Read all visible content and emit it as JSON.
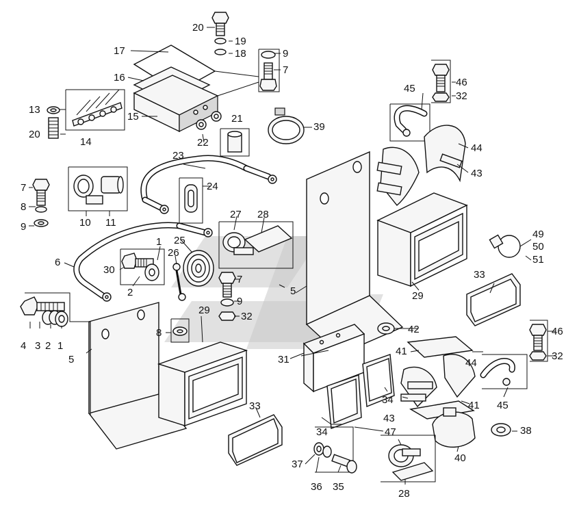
{
  "labels": {
    "l1": "1",
    "l1b": "1",
    "l2": "2",
    "l2b": "2",
    "l3": "3",
    "l4": "4",
    "l5": "5",
    "l5b": "5",
    "l6": "6",
    "l7": "7",
    "l7b": "7",
    "l7c": "7",
    "l8": "8",
    "l8b": "8",
    "l9": "9",
    "l9b": "9",
    "l9c": "9",
    "l10": "10",
    "l11": "11",
    "l13": "13",
    "l14": "14",
    "l15": "15",
    "l16": "16",
    "l17": "17",
    "l18": "18",
    "l19": "19",
    "l20": "20",
    "l20b": "20",
    "l21": "21",
    "l22": "22",
    "l23": "23",
    "l24": "24",
    "l25": "25",
    "l26": "26",
    "l27": "27",
    "l28": "28",
    "l28b": "28",
    "l29": "29",
    "l29b": "29",
    "l30": "30",
    "l31": "31",
    "l32": "32",
    "l32b": "32",
    "l32c": "32",
    "l33": "33",
    "l33b": "33",
    "l34": "34",
    "l34b": "34",
    "l35": "35",
    "l36": "36",
    "l37": "37",
    "l38": "38",
    "l39": "39",
    "l40": "40",
    "l41": "41",
    "l41b": "41",
    "l42": "42",
    "l43": "43",
    "l43b": "43",
    "l44": "44",
    "l44b": "44",
    "l45": "45",
    "l45b": "45",
    "l46": "46",
    "l46b": "46",
    "l47": "47",
    "l49": "49",
    "l50": "50",
    "l51": "51"
  }
}
